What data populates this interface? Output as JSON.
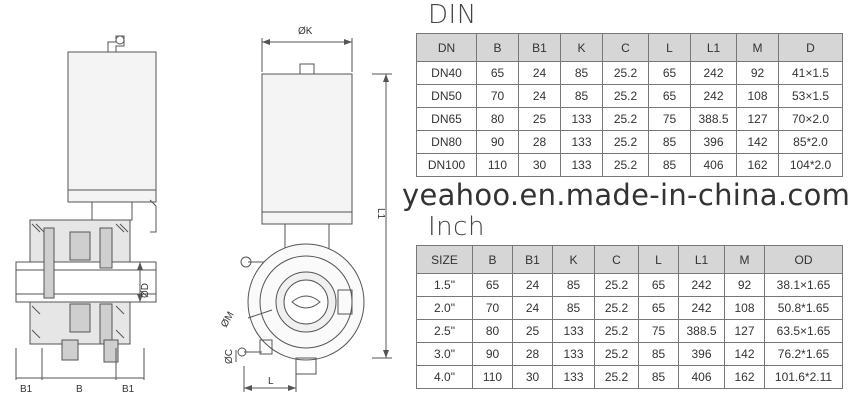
{
  "drawing": {
    "labels": {
      "ok": "ØK",
      "l1": "L1",
      "od": "ØD",
      "om": "ØM",
      "oc": "ØC",
      "l": "L",
      "b1_left": "B1",
      "b": "B",
      "b1_right": "B1"
    }
  },
  "din": {
    "title": "DIN",
    "headers": [
      "DN",
      "B",
      "B1",
      "K",
      "C",
      "L",
      "L1",
      "M",
      "D"
    ],
    "rows": [
      [
        "DN40",
        "65",
        "24",
        "85",
        "25.2",
        "65",
        "242",
        "92",
        "41×1.5"
      ],
      [
        "DN50",
        "70",
        "24",
        "85",
        "25.2",
        "65",
        "242",
        "108",
        "53×1.5"
      ],
      [
        "DN65",
        "80",
        "25",
        "133",
        "25.2",
        "75",
        "388.5",
        "127",
        "70×2.0"
      ],
      [
        "DN80",
        "90",
        "28",
        "133",
        "25.2",
        "85",
        "396",
        "142",
        "85*2.0"
      ],
      [
        "DN100",
        "110",
        "30",
        "133",
        "25.2",
        "85",
        "406",
        "162",
        "104*2.0"
      ]
    ]
  },
  "watermark": "yeahoo.en.made-in-china.com",
  "inch": {
    "title": "Inch",
    "headers": [
      "SIZE",
      "B",
      "B1",
      "K",
      "C",
      "L",
      "L1",
      "M",
      "OD"
    ],
    "rows": [
      [
        "1.5\"",
        "65",
        "24",
        "85",
        "25.2",
        "65",
        "242",
        "92",
        "38.1×1.65"
      ],
      [
        "2.0\"",
        "70",
        "24",
        "85",
        "25.2",
        "65",
        "242",
        "108",
        "50.8*1.65"
      ],
      [
        "2.5\"",
        "80",
        "25",
        "133",
        "25.2",
        "75",
        "388.5",
        "127",
        "63.5×1.65"
      ],
      [
        "3.0\"",
        "90",
        "28",
        "133",
        "25.2",
        "85",
        "396",
        "142",
        "76.2*1.65"
      ],
      [
        "4.0\"",
        "110",
        "30",
        "133",
        "25.2",
        "85",
        "406",
        "162",
        "101.6*2.11"
      ]
    ]
  }
}
